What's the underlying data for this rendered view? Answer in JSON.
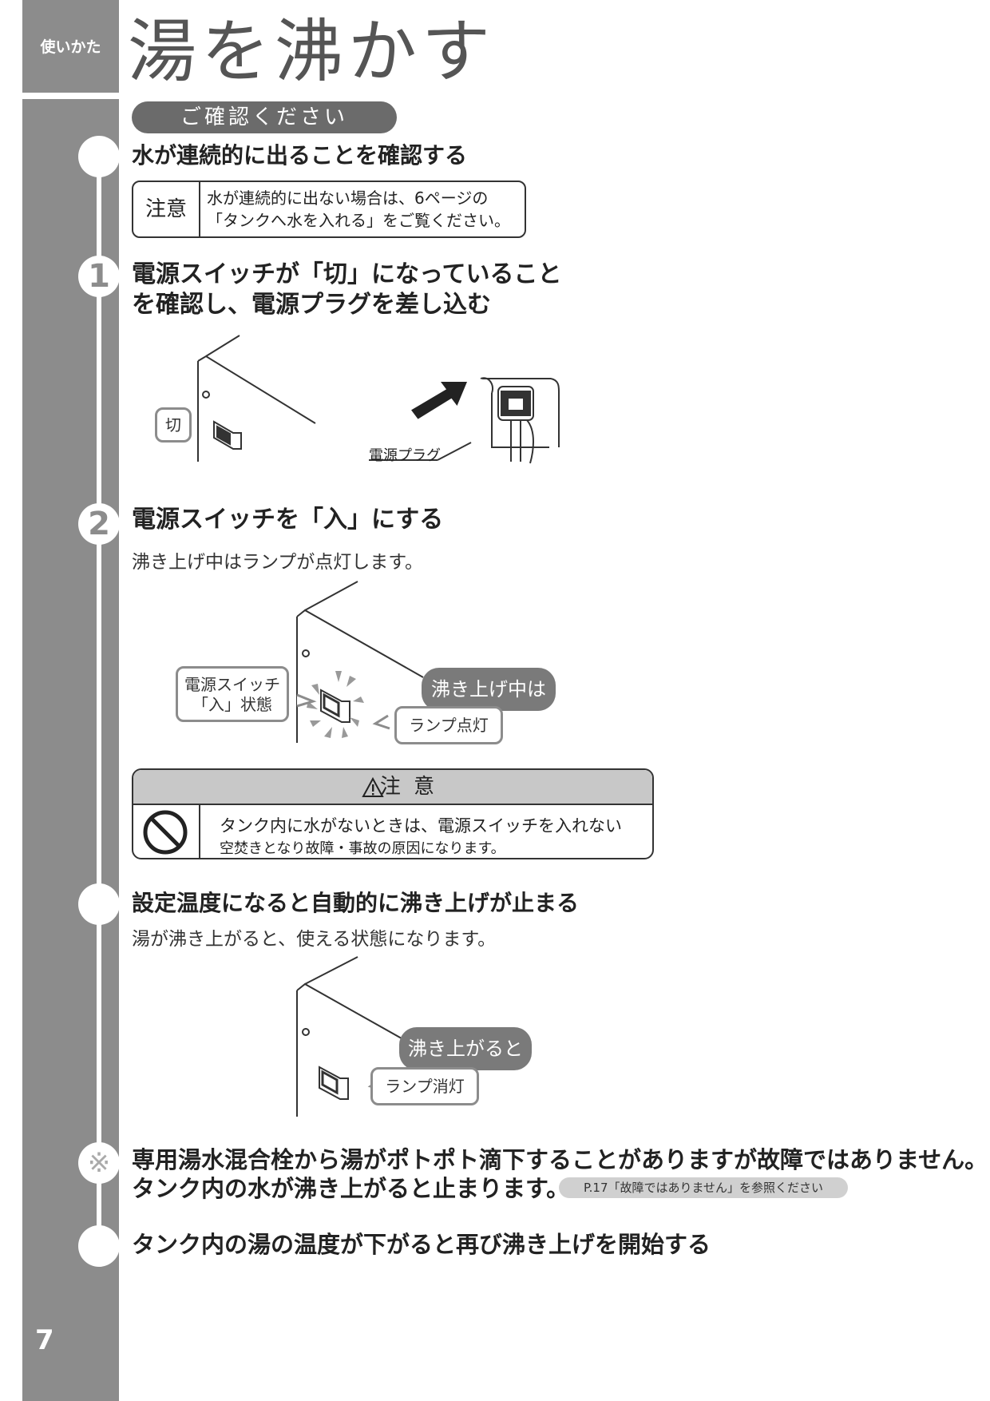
{
  "sidebar": {
    "section_tag": "使いかた",
    "page_number": "7"
  },
  "page_title": "湯を沸かす",
  "confirm_heading": "ご確認ください",
  "pre_check": {
    "heading": "水が連続的に出ることを確認する",
    "note_label": "注意",
    "note_line1": "水が連続的に出ない場合は、6ページの",
    "note_line2": "「タンクへ水を入れる」をご覧ください。"
  },
  "step1": {
    "number": "1",
    "heading_line1": "電源スイッチが「切」になっていること",
    "heading_line2": "を確認し、電源プラグを差し込む",
    "switch_label": "切",
    "plug_label": "電源プラグ"
  },
  "step2": {
    "number": "2",
    "heading": "電源スイッチを「入」にする",
    "body": "沸き上げ中はランプが点灯します。",
    "switch_label_line1": "電源スイッチ",
    "switch_label_line2": "「入」状態",
    "status_label": "沸き上げ中は",
    "lamp_label": "ランプ点灯"
  },
  "caution": {
    "title": "注 意",
    "warning_icon": "warning-triangle-icon",
    "prohibit_icon": "prohibited-icon",
    "line1": "タンク内に水がないときは、電源スイッチを入れない",
    "line2": "空焚きとなり故障・事故の原因になります。"
  },
  "auto_stop": {
    "heading": "設定温度になると自動的に沸き上げが止まる",
    "body": "湯が沸き上がると、使える状態になります。",
    "status_label": "沸き上がると",
    "lamp_label": "ランプ消灯"
  },
  "note": {
    "mark": "※",
    "line1": "専用湯水混合栓から湯がポトポト滴下することがありますが故障ではありません。",
    "line2": "タンク内の水が沸き上がると止まります。",
    "reference": "P.17「故障ではありません」を参照ください"
  },
  "restart": {
    "heading": "タンク内の湯の温度が下がると再び沸き上げを開始する"
  }
}
